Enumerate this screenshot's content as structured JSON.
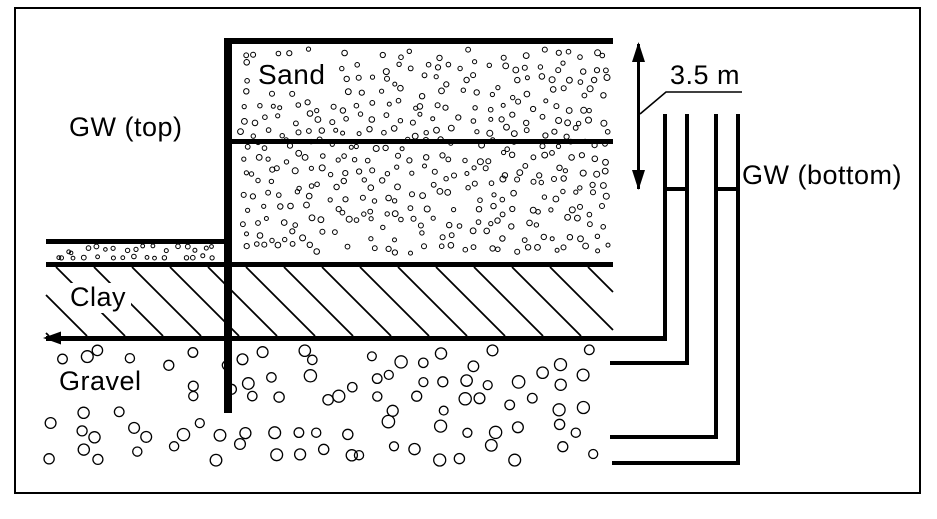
{
  "figure": {
    "type": "geotechnical-cross-section",
    "background_color": "#ffffff",
    "line_color": "#000000",
    "soil_layers": [
      {
        "name": "Sand",
        "texture": "fine stipple"
      },
      {
        "name": "Clay",
        "texture": "diagonal hatch"
      },
      {
        "name": "Gravel",
        "texture": "coarse stipple"
      }
    ],
    "annotations": {
      "gw_top_label": "GW (top)",
      "gw_bottom_label": "GW (bottom)",
      "head_difference": "3.5 m"
    }
  }
}
